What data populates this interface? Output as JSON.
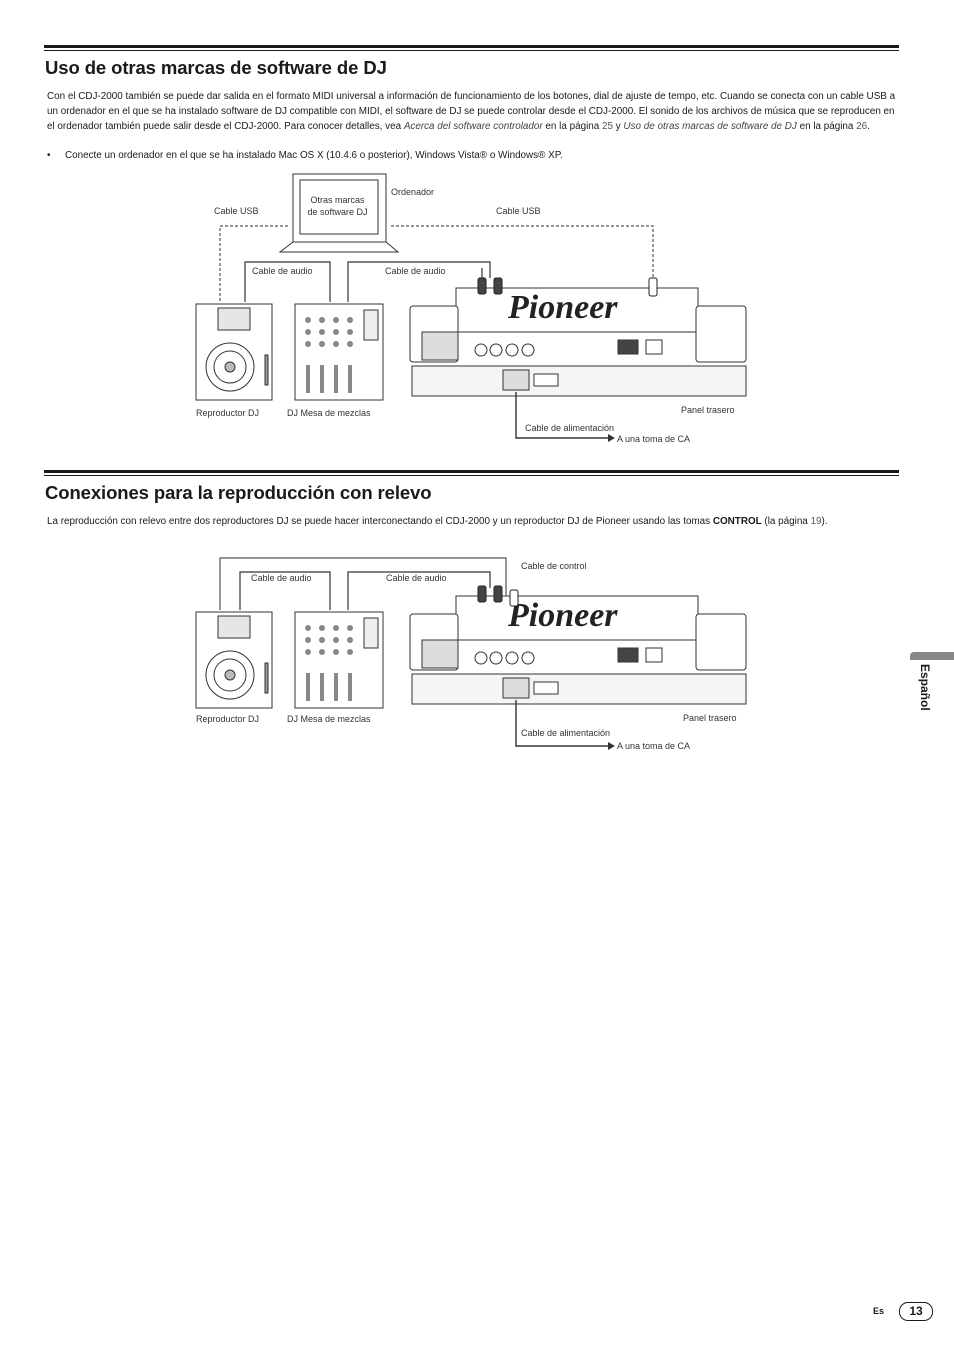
{
  "section1": {
    "title": "Uso de otras marcas de software de DJ",
    "para_1": "Con el CDJ-2000 también se puede dar salida en el formato MIDI universal a información de funcionamiento de los botones, dial de ajuste de tempo, etc. Cuando se conecta con un cable USB a un ordenador en el que se ha instalado software de DJ compatible con MIDI, el software de DJ se puede controlar desde el CDJ-2000. El sonido de los archivos de música que se reproducen en el ordenador también puede salir desde el CDJ-2000. Para conocer detalles, vea ",
    "para_ref1": "Acerca del software controlador",
    "para_mid1": " en la página ",
    "para_page1": "25",
    "para_mid2": " y ",
    "para_ref2": "Uso de otras marcas de software de DJ",
    "para_mid3": " en la página ",
    "para_page2": "26",
    "para_end": ".",
    "bullet_marker": "•",
    "bullet_text": "Conecte un ordenador en el que se ha instalado Mac OS X (10.4.6 o posterior), Windows Vista® o Windows® XP."
  },
  "diagram1": {
    "computer_screen": [
      "Otras marcas",
      "de software DJ"
    ],
    "computer": "Ordenador",
    "usb_left": "Cable USB",
    "usb_right": "Cable USB",
    "audio_left": "Cable de audio",
    "audio_right": "Cable de audio",
    "player": "Reproductor DJ",
    "mixer": "DJ Mesa de mezclas",
    "rear": "Panel trasero",
    "power": "Cable de alimentación",
    "outlet": "A una toma de CA",
    "brand": "Pioneer"
  },
  "section2": {
    "title": "Conexiones para la reproducción con relevo",
    "para_a": "La reproducción con relevo entre dos reproductores DJ se puede hacer interconectando el CDJ-2000 y un reproductor DJ de Pioneer usando las tomas ",
    "para_bold": "CONTROL",
    "para_b": " (la página ",
    "para_page": "19",
    "para_c": ")."
  },
  "diagram2": {
    "audio_left": "Cable de audio",
    "audio_right": "Cable de audio",
    "control": "Cable de control",
    "player": "Reproductor DJ",
    "mixer": "DJ Mesa de mezclas",
    "rear": "Panel trasero",
    "power": "Cable de alimentación",
    "outlet": "A una toma de CA",
    "brand": "Pioneer"
  },
  "side_tab": "Español",
  "footer": {
    "lang": "Es",
    "page": "13"
  }
}
